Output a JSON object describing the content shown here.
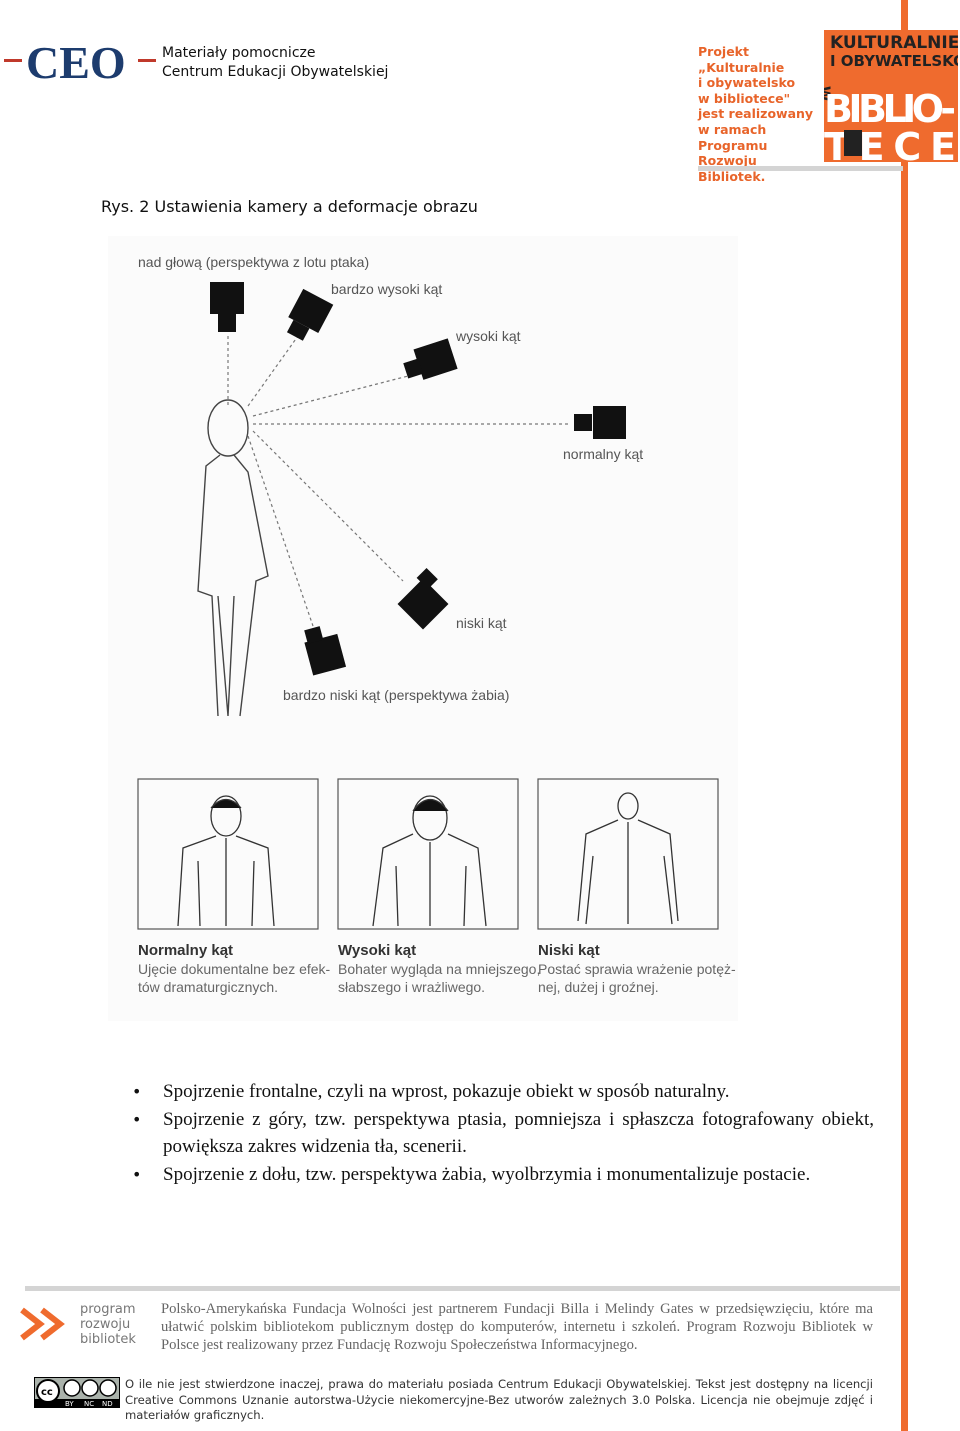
{
  "header": {
    "ceo_logo_text": "CEO",
    "line1": "Materiały pomocnicze",
    "line2": "Centrum Edukacji Obywatelskiej",
    "project_lines": [
      "Projekt „Kulturalnie",
      "i obywatelsko",
      "w bibliotece\"",
      "jest realizowany",
      "w ramach",
      "Programu",
      "Rozwoju Bibliotek."
    ],
    "kult_logo": {
      "line1": "KULTURALNIE",
      "line2": "I OBYWATELSKO",
      "side": "W",
      "big1": "BIBLIO-",
      "big2": "TECE"
    }
  },
  "caption": "Rys. 2 Ustawienia kamery a deformacje obrazu",
  "figure": {
    "labels": {
      "overhead": "nad głową (perspektywa z lotu ptaka)",
      "very_high": "bardzo wysoki kąt",
      "high": "wysoki kąt",
      "normal": "normalny kąt",
      "low": "niski kąt",
      "very_low": "bardzo niski kąt (perspektywa żabia)"
    },
    "panels": [
      {
        "title": "Normalny kąt",
        "line1": "Ujęcie dokumentalne bez efek-",
        "line2": "tów dramaturgicznych."
      },
      {
        "title": "Wysoki kąt",
        "line1": "Bohater wygląda na mniejszego,",
        "line2": "słabszego i wrażliwego."
      },
      {
        "title": "Niski kąt",
        "line1": "Postać sprawia wrażenie potęż-",
        "line2": "nej, dużej i groźnej."
      }
    ]
  },
  "bullets": [
    "Spojrzenie frontalne, czyli na wprost, pokazuje obiekt w sposób naturalny.",
    "Spojrzenie z góry, tzw. perspektywa ptasia, pomniejsza i spłaszcza fotografowany obiekt, powiększa zakres widzenia tła, scenerii.",
    "Spojrzenie z dołu, tzw. perspektywa żabia, wyolbrzymia i monumentalizuje postacie."
  ],
  "footer": {
    "prb_logo": [
      "program",
      "rozwoju",
      "bibliotek"
    ],
    "partner_text": "Polsko-Amerykańska Fundacja Wolności jest partnerem Fundacji Billa i Melindy Gates w przedsięwzięciu, które ma ułatwić polskim bibliotekom publicznym dostęp do komputerów, internetu i szkoleń. Program Rozwoju Bibliotek w Polsce jest realizowany przez Fundację Rozwoju Społeczeństwa Informacyjnego.",
    "cc_badges": [
      "cc",
      "BY",
      "NC",
      "ND"
    ],
    "license_text": "O ile nie jest stwierdzone inaczej, prawa do materiału posiada Centrum Edukacji Obywatelskiej. Tekst jest dostępny na licencji Creative Commons Uznanie autorstwa-Użycie niekomercyjne-Bez utworów zależnych 3.0 Polska. Licencja nie obejmuje zdjęć i materiałów graficznych."
  },
  "colors": {
    "accent_orange": "#ef6b2e",
    "ceo_blue": "#1d3c6e",
    "ceo_red": "#c0392b",
    "rule_gray": "#d4d4d4"
  }
}
